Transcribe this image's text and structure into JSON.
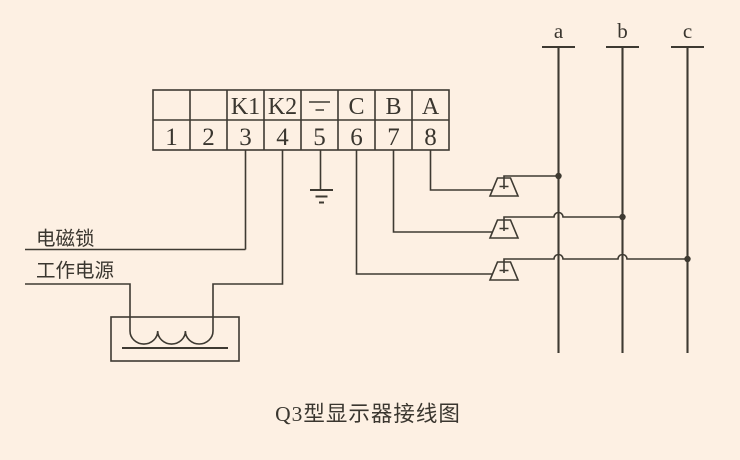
{
  "diagram": {
    "caption": "Q3型显示器接线图",
    "terminal_block": {
      "top_labels": {
        "k1": "K1",
        "k2": "K2",
        "c": "C",
        "b": "B",
        "a": "A"
      },
      "numbers": [
        "1",
        "2",
        "3",
        "4",
        "5",
        "6",
        "7",
        "8"
      ]
    },
    "wire_labels": {
      "electromagnetic_lock": "电磁锁",
      "working_power": "工作电源"
    },
    "phase_labels": {
      "a": "a",
      "b": "b",
      "c": "c"
    },
    "icons": {
      "ground": "earth-ground-symbol",
      "terminal5_mark": "chassis-ground-symbol",
      "sensors": "capacitive-voltage-sensor",
      "transformer": "power-transformer-coil"
    },
    "colors": {
      "background": "#fdf0e3",
      "line": "#3e3a32"
    }
  }
}
